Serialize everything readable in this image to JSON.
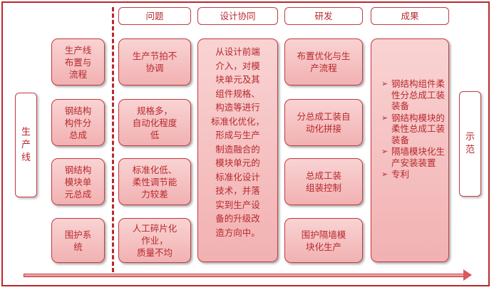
{
  "sides": {
    "left": [
      "生",
      "产",
      "线"
    ],
    "right": [
      "示",
      "范"
    ]
  },
  "headers": [
    "问题",
    "设计协同",
    "研发",
    "成果"
  ],
  "rows": [
    "生产线\n布置与\n流程",
    "钢结构\n构件分\n总成",
    "钢结构\n模块单\n元总成",
    "围护系\n统"
  ],
  "problems": [
    "生产节拍不\n协调",
    "规格多，\n自动化程度\n低",
    "标准化低、\n柔性调节能\n力较差",
    "人工碎片化\n作业，\n质量不均"
  ],
  "design": "从设计前端\n介入，对模\n块单元及其\n组件规格、\n构造等进行\n标准化优化，\n形成与生产\n制造融合的\n模块单元的\n标准化设计\n技术，并落\n实到生产设\n备的升级改\n造方向中。",
  "rnd": [
    "布置优化与生\n产流程",
    "分总成工装自\n动化拼接",
    "总成工装\n组装控制",
    "围护隔墙模\n块化生产"
  ],
  "outcomes": [
    "钢结构组件柔性分总成工装装备",
    "钢结构模块的柔性总成工装装备",
    "隔墙模块化生产安装装置",
    "专利"
  ],
  "bullet": "➢",
  "colors": {
    "accent": "#b8282c",
    "fill_top": "#f9d3d3",
    "fill_bottom": "#f2b1b2"
  }
}
